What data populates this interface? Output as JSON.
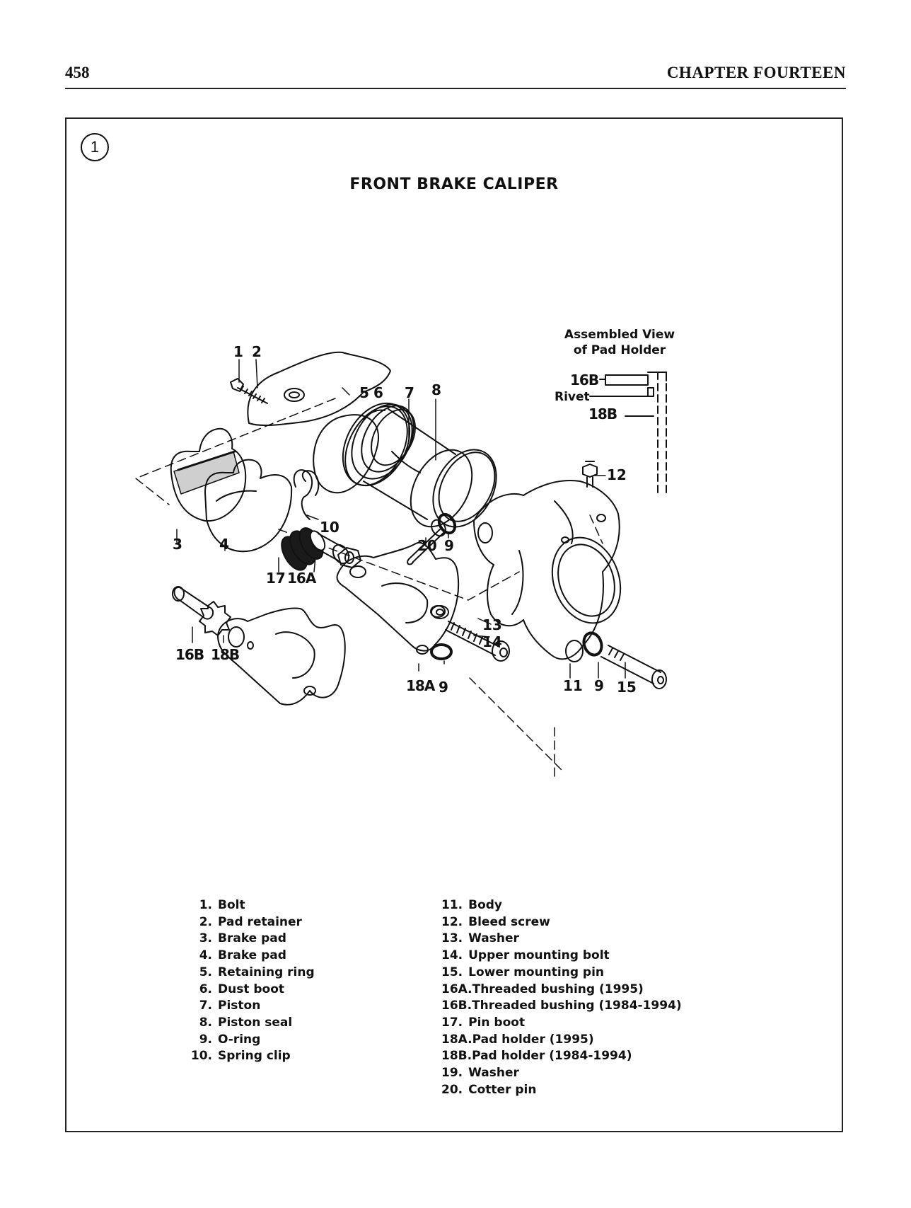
{
  "header": {
    "page_number": "458",
    "chapter_title": "CHAPTER FOURTEEN"
  },
  "figure": {
    "number": "1",
    "title": "FRONT BRAKE CALIPER",
    "inset": {
      "title_line1": "Assembled View",
      "title_line2": "of Pad Holder",
      "label_16b": "16B",
      "label_rivet": "Rivet",
      "label_18b": "18B"
    },
    "callouts": {
      "c1": "1",
      "c2": "2",
      "c3": "3",
      "c4": "4",
      "c5": "5",
      "c6": "6",
      "c7": "7",
      "c8": "8",
      "c9a": "9",
      "c9b": "9",
      "c9c": "9",
      "c10": "10",
      "c11": "11",
      "c12": "12",
      "c13": "13",
      "c14": "14",
      "c15": "15",
      "c16a": "16A",
      "c16b": "16B",
      "c17": "17",
      "c18a": "18A",
      "c18b": "18B",
      "c20": "20"
    },
    "legend_left": [
      {
        "num": "1.",
        "text": "Bolt"
      },
      {
        "num": "2.",
        "text": "Pad retainer"
      },
      {
        "num": "3.",
        "text": "Brake pad"
      },
      {
        "num": "4.",
        "text": "Brake pad"
      },
      {
        "num": "5.",
        "text": "Retaining ring"
      },
      {
        "num": "6.",
        "text": "Dust boot"
      },
      {
        "num": "7.",
        "text": "Piston"
      },
      {
        "num": "8.",
        "text": "Piston seal"
      },
      {
        "num": "9.",
        "text": "O-ring"
      },
      {
        "num": "10.",
        "text": "Spring clip"
      }
    ],
    "legend_right": [
      {
        "num": "11.",
        "text": "Body"
      },
      {
        "num": "12.",
        "text": "Bleed screw"
      },
      {
        "num": "13.",
        "text": "Washer"
      },
      {
        "num": "14.",
        "text": "Upper mounting bolt"
      },
      {
        "num": "15.",
        "text": "Lower mounting pin"
      },
      {
        "num": "16A.",
        "text": "Threaded bushing (1995)"
      },
      {
        "num": "16B.",
        "text": "Threaded bushing (1984-1994)"
      },
      {
        "num": "17.",
        "text": "Pin boot"
      },
      {
        "num": "18A.",
        "text": "Pad holder (1995)"
      },
      {
        "num": "18B.",
        "text": "Pad holder (1984-1994)"
      },
      {
        "num": "19.",
        "text": "Washer"
      },
      {
        "num": "20.",
        "text": "Cotter pin"
      }
    ]
  }
}
